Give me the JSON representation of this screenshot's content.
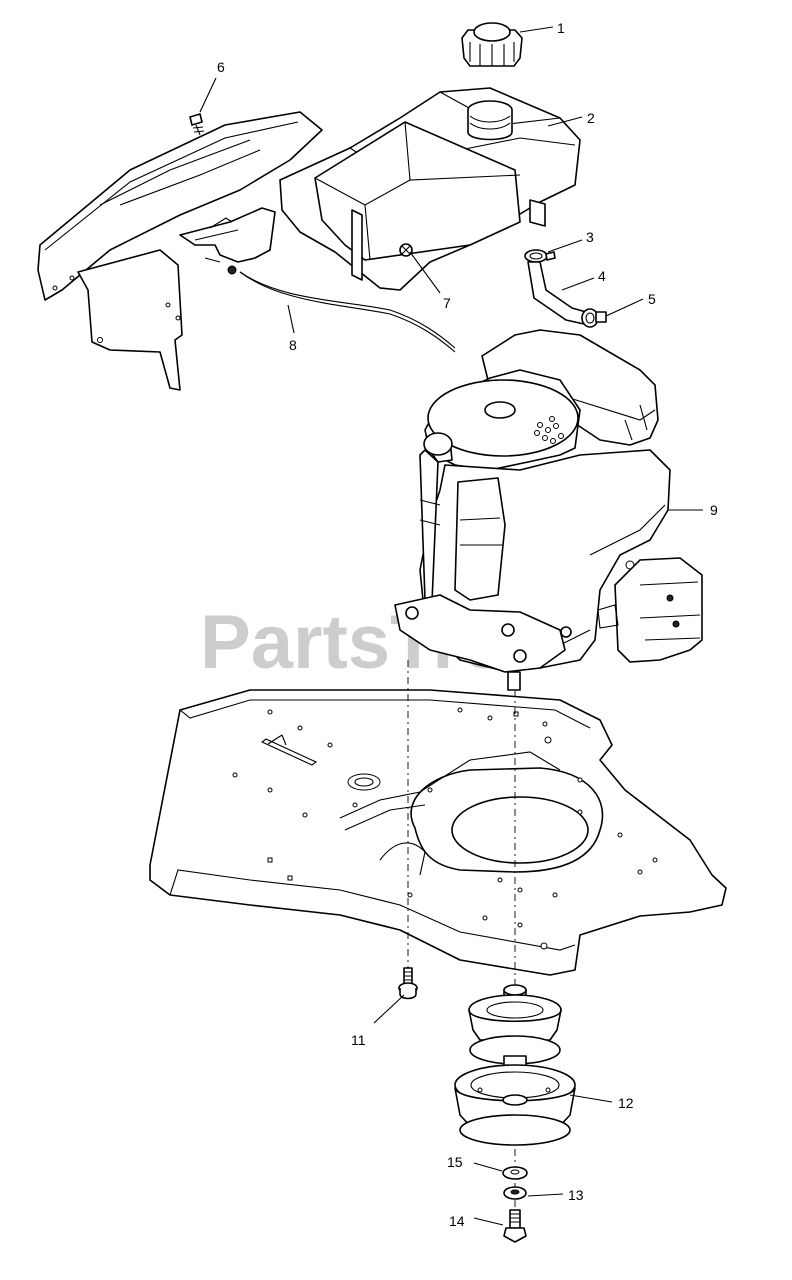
{
  "watermark": {
    "text": "PartsTree",
    "trademark": "TM",
    "color": "#c8c8c8"
  },
  "callouts": [
    "1",
    "2",
    "3",
    "4",
    "5",
    "6",
    "7",
    "8",
    "9",
    "11",
    "12",
    "13",
    "14",
    "15"
  ]
}
